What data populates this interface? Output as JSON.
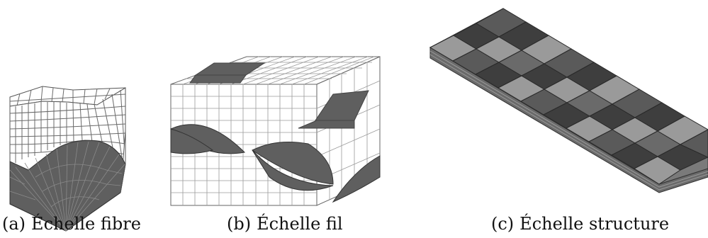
{
  "figure": {
    "panels": [
      {
        "label": "(a)",
        "caption": "Échelle fibre"
      },
      {
        "label": "(b)",
        "caption": "Échelle fil"
      },
      {
        "label": "(c)",
        "caption": "Échelle structure"
      }
    ],
    "colors": {
      "dark_fill": "#5f5f5f",
      "mesh_line": "#7a7a7a",
      "tile_dark": "#3e3e3e",
      "tile_mid": "#6a6a6a",
      "tile_light": "#9a9a9a"
    }
  }
}
